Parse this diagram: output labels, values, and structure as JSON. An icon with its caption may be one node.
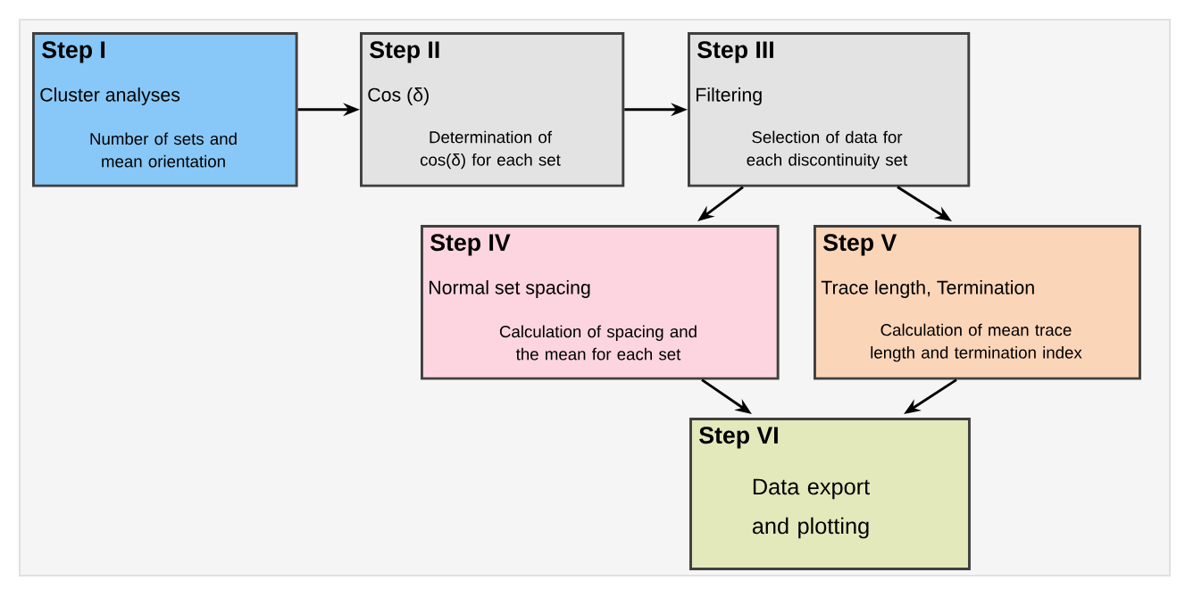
{
  "diagram": {
    "nodes": [
      {
        "text": [
          "Step I",
          "Cluster analyses",
          "Number of sets and mean orientation"
        ]
      },
      {
        "text": [
          "Step II",
          "Cos (δ)",
          "Determination of cos(δ) for each set"
        ]
      },
      {
        "text": [
          "Step III",
          "Filtering",
          "Selection of data for each discontinuity set"
        ]
      },
      {
        "text": [
          "Step IV",
          "Normal set spacing",
          "Calculation of spacing and the mean for each set"
        ]
      },
      {
        "text": [
          "Step V",
          "Trace length, Termination",
          "Calculation of mean trace length and termination index"
        ]
      },
      {
        "text": [
          "Step VI",
          "Data export and plotting"
        ]
      }
    ],
    "edges": [
      {
        "from": 0,
        "to": 1,
        "arrow": "to"
      },
      {
        "from": 1,
        "to": 2,
        "arrow": "to"
      },
      {
        "from": 2,
        "to": 3,
        "arrow": "to"
      },
      {
        "from": 2,
        "to": 4,
        "arrow": "to"
      },
      {
        "from": 3,
        "to": 5,
        "arrow": "to"
      },
      {
        "from": 4,
        "to": 5,
        "arrow": "to"
      }
    ]
  }
}
